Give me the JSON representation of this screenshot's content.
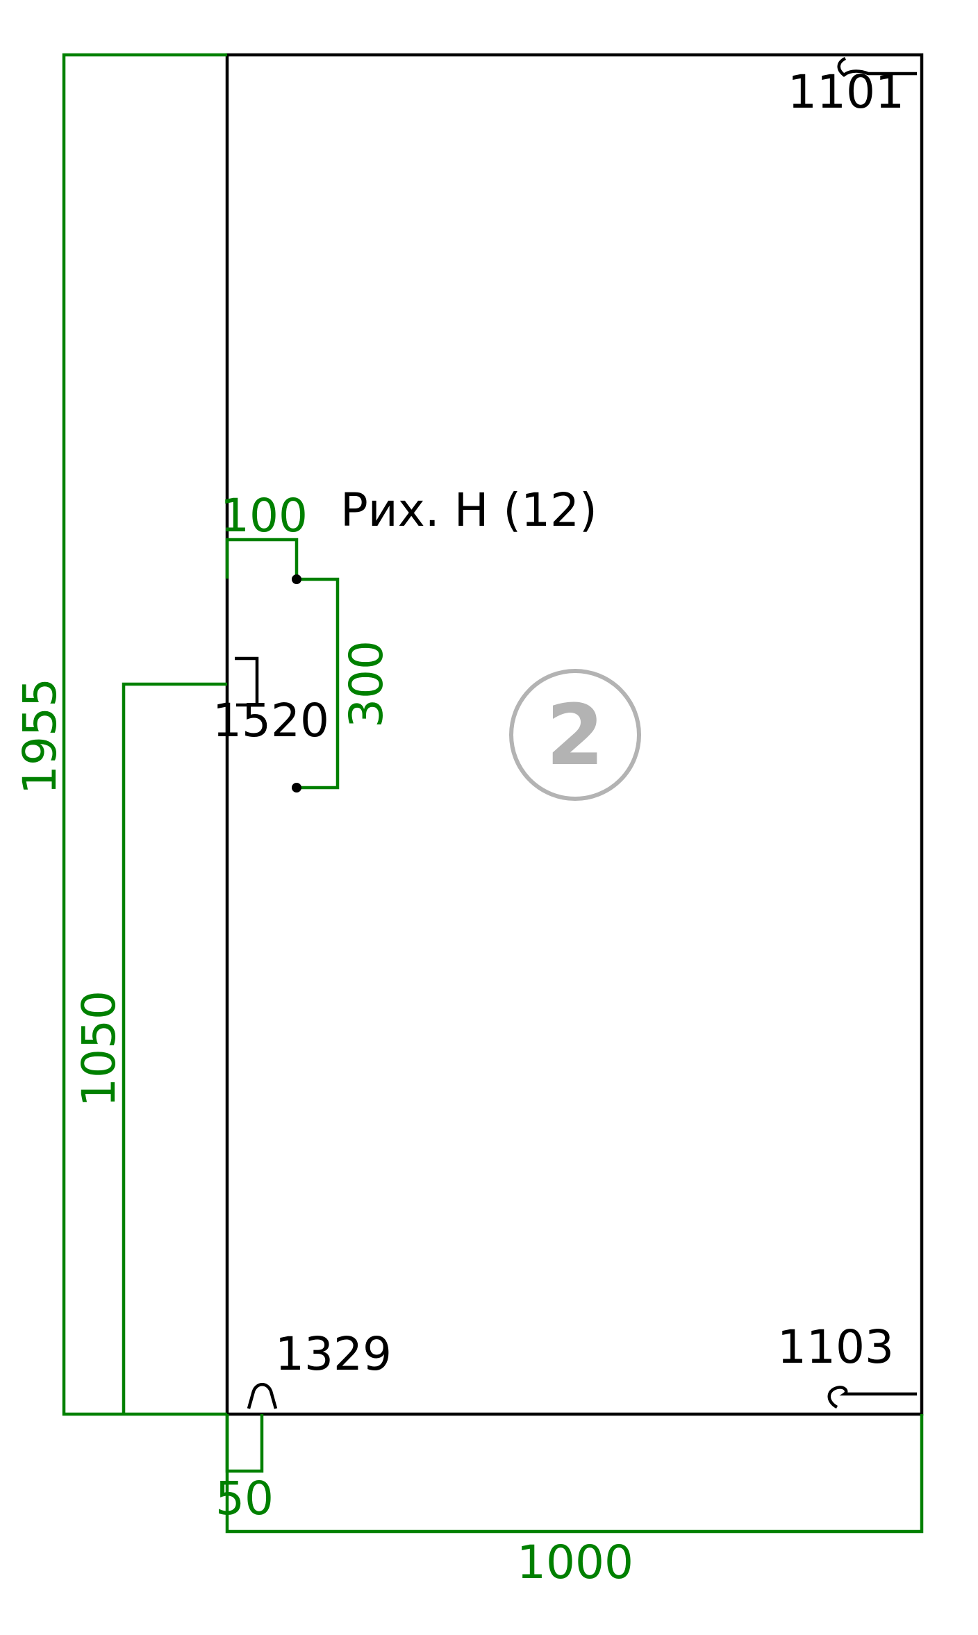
{
  "panel": {
    "number": "2",
    "title": "Рих. H (12)",
    "ring_color": "#b3b3b3"
  },
  "dimensions": {
    "total_height": "1955",
    "bottom_to_1520": "1050",
    "hole_offset": "100",
    "hole_spacing": "300",
    "bottom_offset": "50",
    "total_width": "1000"
  },
  "operations": {
    "top_right": "1101",
    "left_mid": "1520",
    "bottom_left": "1329",
    "bottom_right": "1103"
  },
  "colors": {
    "dimension": "#008000",
    "outline": "#000000"
  }
}
